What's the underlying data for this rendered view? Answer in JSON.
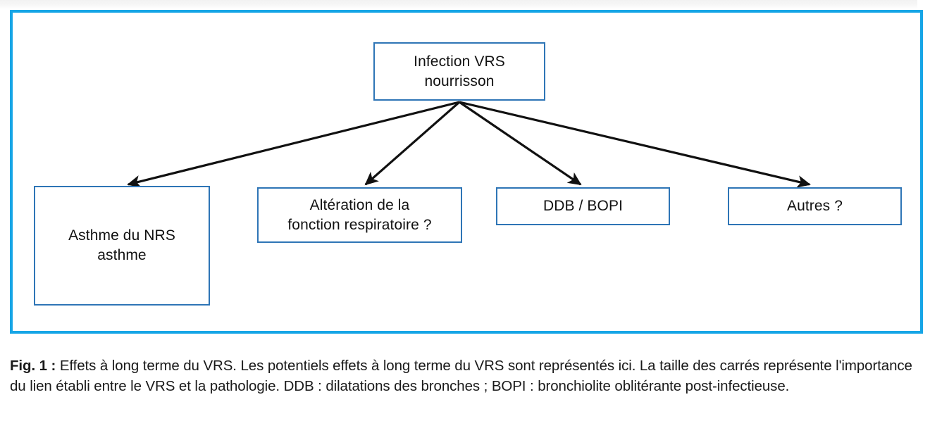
{
  "figure": {
    "frame_color": "#16A5E6",
    "node_border_color": "#2E75B6",
    "arrow_color": "#111111",
    "nodes": {
      "root": "Infection VRS\nnourrisson",
      "asthma": "Asthme du NRS\nasthme",
      "lung_function": "Altération de la\nfonction respiratoire ?",
      "ddb_bopi": "DDB / BOPI",
      "other": "Autres ?"
    },
    "edges": [
      {
        "from": "root",
        "to": "asthma",
        "label": ""
      },
      {
        "from": "root",
        "to": "lung_function",
        "label": ""
      },
      {
        "from": "root",
        "to": "ddb_bopi",
        "label": ""
      },
      {
        "from": "root",
        "to": "other",
        "label": ""
      }
    ]
  },
  "caption": {
    "prefix": "Fig. 1 :",
    "text": " Effets à long terme du VRS. Les potentiels effets à long terme du VRS sont représentés ici. La taille des carrés représente l'importance du lien établi entre le VRS et la pathologie. DDB : dilatations des bronches ; BOPI : bronchiolite oblitérante post-infectieuse."
  }
}
